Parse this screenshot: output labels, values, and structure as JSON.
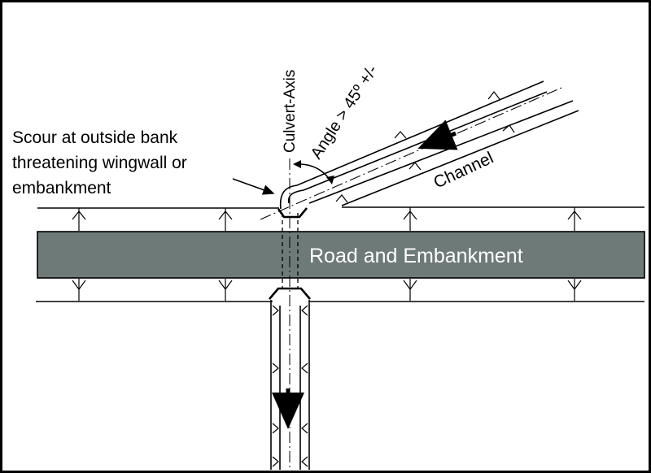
{
  "labels": {
    "culvert_axis": "Culvert-Axis",
    "angle": "Angle > 45º +/-",
    "scour_line1": "Scour at outside bank",
    "scour_line2": "threatening wingwall or",
    "scour_line3": "embankment",
    "channel": "Channel",
    "road": "Road and Embankment"
  },
  "colors": {
    "road_fill": "#6e7a78",
    "road_text": "#ffffff",
    "ink": "#000000",
    "background": "#ffffff"
  }
}
